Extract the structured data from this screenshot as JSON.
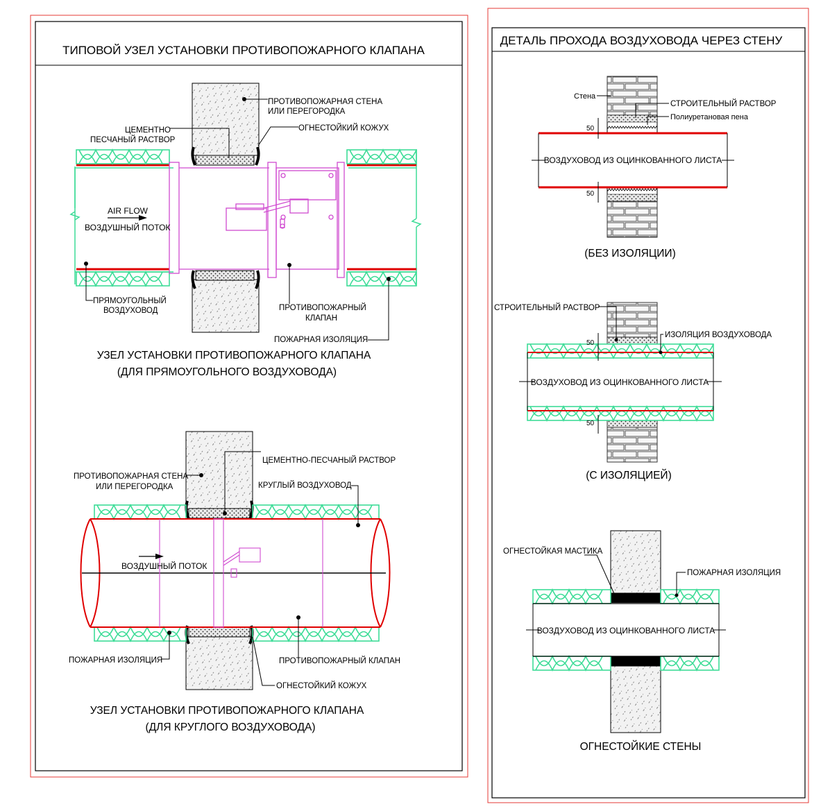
{
  "colors": {
    "frame_red": "#e53935",
    "duct_red": "#e00000",
    "insulation_green": "#3ddc97",
    "valve_magenta": "#d04ad0",
    "wall_gray": "#f2f2f2",
    "black": "#000000"
  },
  "left_sheet": {
    "title": "ТИПОВОЙ УЗЕЛ УСТАНОВКИ ПРОТИВОПОЖАРНОГО КЛАПАНА",
    "rect_detail": {
      "wall_label_1": "ПРОТИВОПОЖАРНАЯ СТЕНА",
      "wall_label_2": "ИЛИ ПЕРЕГОРОДКА",
      "mortar_label_1": "ЦЕМЕНТНО",
      "mortar_label_2": "ПЕСЧАНЫЙ РАСТВОР",
      "casing_label": "ОГНЕСТОЙКИЙ КОЖУХ",
      "airflow_en": "AIR FLOW",
      "airflow_ru": "ВОЗДУШНЫЙ ПОТОК",
      "duct_label_1": "ПРЯМОУГОЛЬНЫЙ",
      "duct_label_2": "ВОЗДУХОВОД",
      "valve_label_1": "ПРОТИВОПОЖАРНЫЙ",
      "valve_label_2": "КЛАПАН",
      "insulation_label": "ПОЖАРНАЯ ИЗОЛЯЦИЯ",
      "caption_1": "УЗЕЛ УСТАНОВКИ ПРОТИВОПОЖАРНОГО КЛАПАНА",
      "caption_2": "(ДЛЯ ПРЯМОУГОЛЬНОГО ВОЗДУХОВОДА)"
    },
    "round_detail": {
      "mortar_label": "ЦЕМЕНТНО-ПЕСЧАНЫЙ РАСТВОР",
      "wall_label_1": "ПРОТИВОПОЖАРНАЯ СТЕНА",
      "wall_label_2": "ИЛИ ПЕРЕГОРОДКА",
      "duct_label": "КРУГЛЫЙ ВОЗДУХОВОД",
      "airflow_ru": "ВОЗДУШНЫЙ ПОТОК",
      "insulation_label": "ПОЖАРНАЯ ИЗОЛЯЦИЯ",
      "valve_label": "ПРОТИВОПОЖАРНЫЙ КЛАПАН",
      "casing_label": "ОГНЕСТОЙКИЙ КОЖУХ",
      "caption_1": "УЗЕЛ УСТАНОВКИ ПРОТИВОПОЖАРНОГО КЛАПАНА",
      "caption_2": "(ДЛЯ КРУГЛОГО ВОЗДУХОВОДА)"
    }
  },
  "right_sheet": {
    "title": "ДЕТАЛЬ ПРОХОДА ВОЗДУХОВОДА ЧЕРЕЗ СТЕНУ",
    "no_insulation": {
      "wall_label": "Стена",
      "mortar_label": "СТРОИТЕЛЬНЫЙ РАСТВОР",
      "foam_label": "Полиуретановая пена",
      "dim_top": "50",
      "dim_bottom": "50",
      "duct_label": "ВОЗДУХОВОД ИЗ ОЦИНКОВАННОГО ЛИСТА",
      "caption": "(БЕЗ ИЗОЛЯЦИИ)"
    },
    "with_insulation": {
      "mortar_label": "СТРОИТЕЛЬНЫЙ РАСТВОР",
      "insulation_label": "ИЗОЛЯЦИЯ ВОЗДУХОВОДА",
      "dim_top": "50",
      "dim_bottom": "50",
      "duct_label": "ВОЗДУХОВОД ИЗ ОЦИНКОВАННОГО ЛИСТА",
      "caption": "(С ИЗОЛЯЦИЕЙ)"
    },
    "fire_walls": {
      "mastic_label": "ОГНЕСТОЙКАЯ МАСТИКА",
      "insulation_label": "ПОЖАРНАЯ ИЗОЛЯЦИЯ",
      "duct_label": "ВОЗДУХОВОД ИЗ ОЦИНКОВАННОГО ЛИСТА",
      "caption": "ОГНЕСТОЙКИЕ СТЕНЫ"
    }
  }
}
